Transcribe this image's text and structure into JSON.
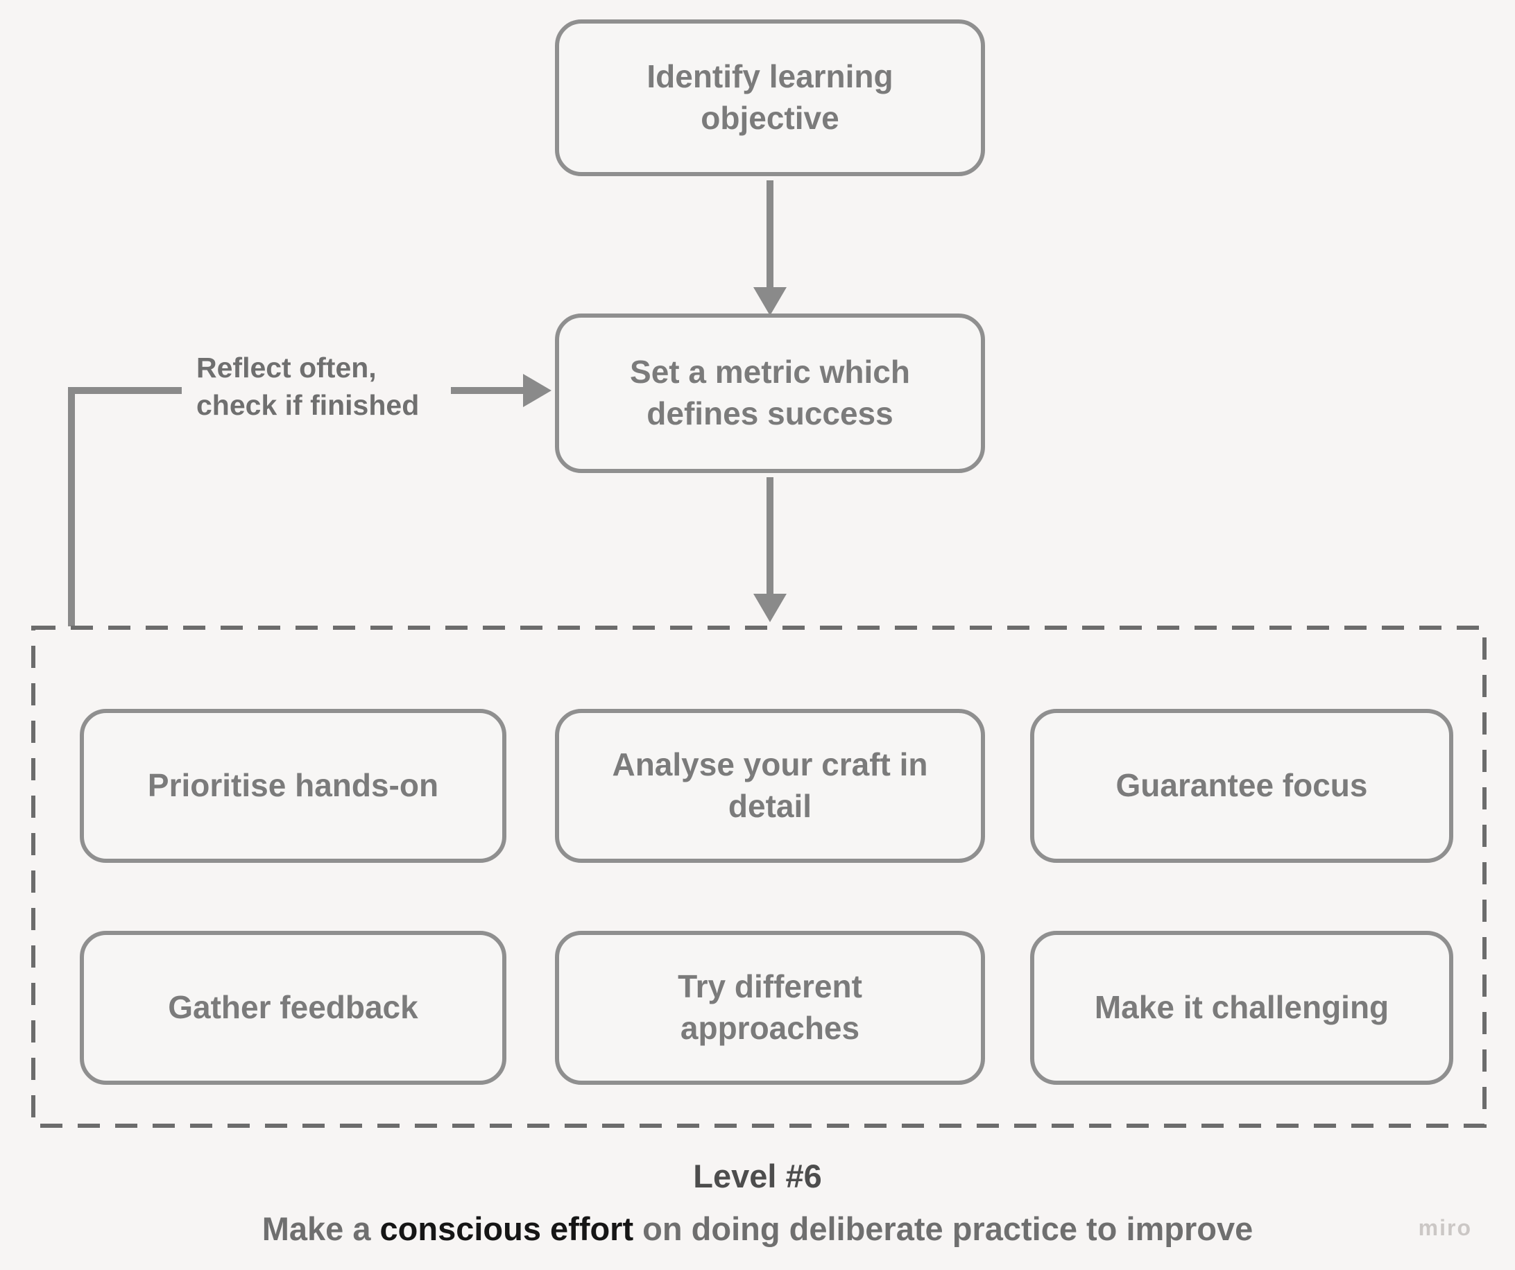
{
  "colors": {
    "background": "#f7f5f4",
    "node_border": "#8f8f8f",
    "node_text": "#7b7b7b",
    "arrow": "#8a8a8a",
    "dashed_border": "#6c6c6c",
    "caption_emphasis": "#161616"
  },
  "flow": {
    "identify": "Identify learning objective",
    "metric": "Set a metric which defines success"
  },
  "feedback": {
    "line1": "Reflect often,",
    "line2": "check if finished"
  },
  "practice_boxes": [
    "Prioritise hands-on",
    "Analyse your craft in detail",
    "Guarantee focus",
    "Gather feedback",
    "Try different approaches",
    "Make it challenging"
  ],
  "caption": {
    "level": "Level #6",
    "prefix": "Make a ",
    "bold": "conscious effort",
    "suffix": " on doing deliberate practice to improve"
  },
  "watermark": "miro"
}
